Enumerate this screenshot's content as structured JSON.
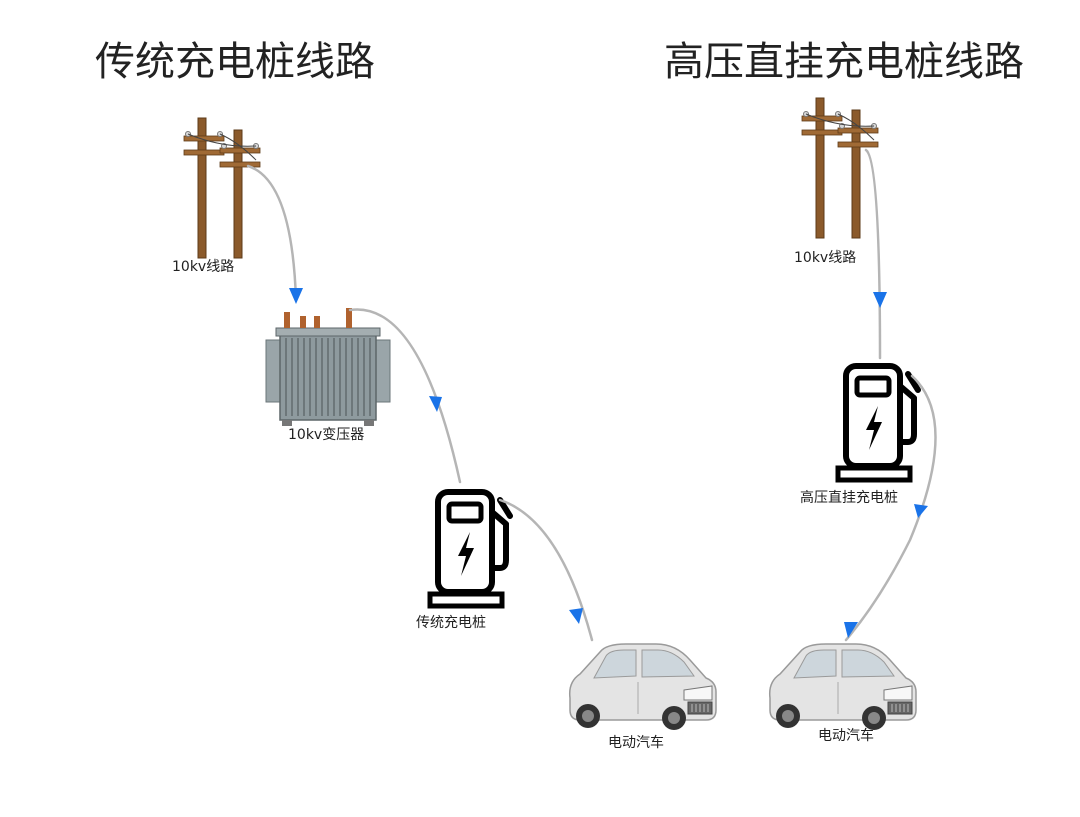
{
  "left": {
    "title": "传统充电桩线路",
    "line_label": "10kv线路",
    "transformer_label": "10kv变压器",
    "charger_label": "传统充电桩",
    "car_label": "电动汽车"
  },
  "right": {
    "title": "高压直挂充电桩线路",
    "line_label": "10kv线路",
    "charger_label": "高压直挂充电桩",
    "car_label": "电动汽车"
  },
  "colors": {
    "wire": "#b5b5b5",
    "arrow": "#1a73e8",
    "pole": "#8b5a2b",
    "charger": "#000000",
    "transformer": "#8e9a9e",
    "car": "#e4e4e4"
  }
}
